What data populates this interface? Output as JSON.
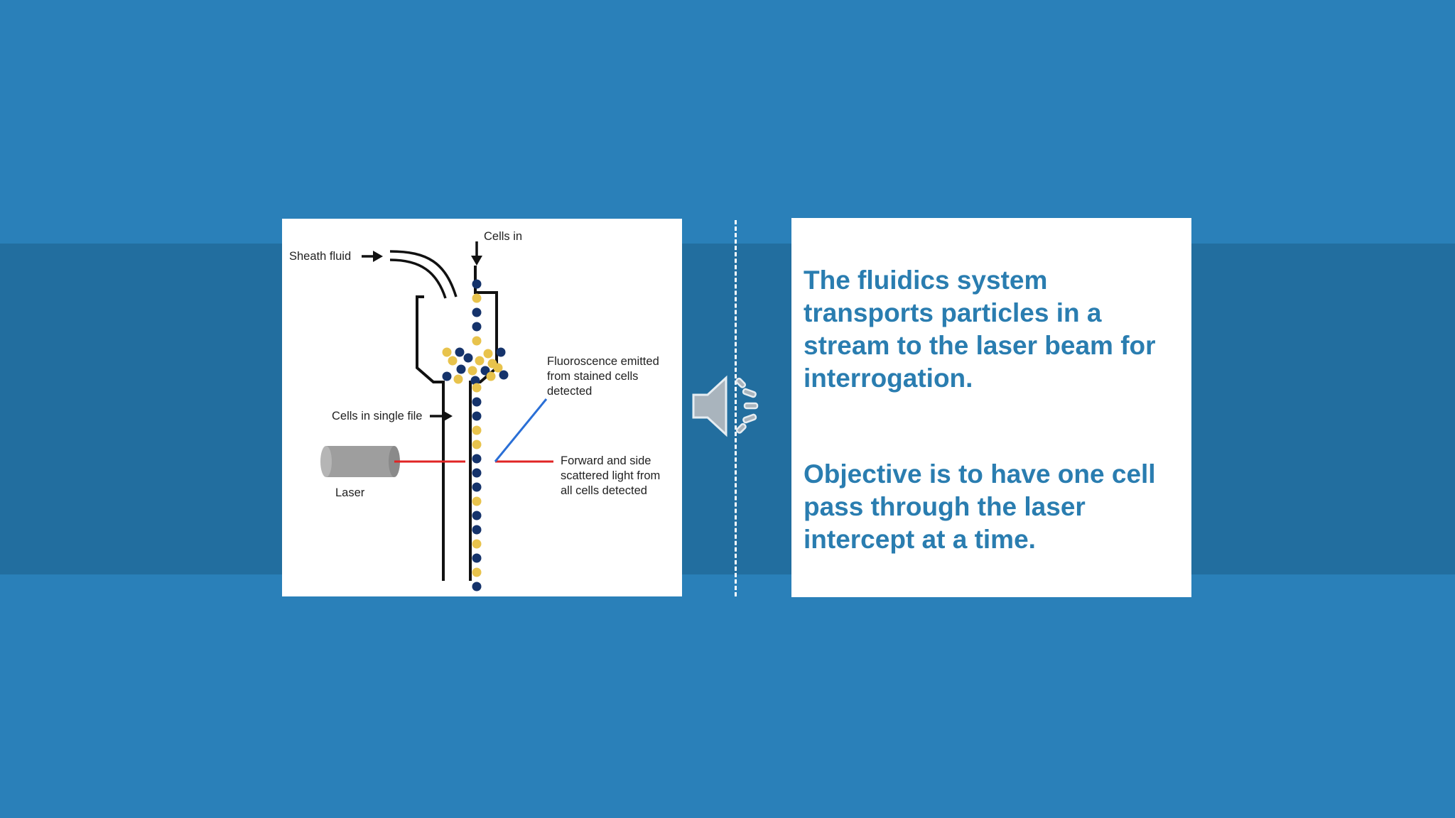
{
  "colors": {
    "background": "#2a80b9",
    "band": "#226e9f",
    "text": "#2a7db0",
    "dark_dot": "#15336b",
    "yellow_dot": "#e8c34c",
    "laser_line": "#e02424",
    "fluorescence_line": "#2a6fd6"
  },
  "diagram": {
    "cells_in": "Cells in",
    "sheath_fluid": "Sheath fluid",
    "cells_single_file": "Cells in single file",
    "laser": "Laser",
    "fluorescence": [
      "Fluoroscence emitted",
      "from stained cells",
      "detected"
    ],
    "scatter": [
      "Forward and side",
      "scattered light from",
      "all cells detected"
    ]
  },
  "speaker": {
    "icon": "speaker-audio-icon"
  },
  "text_panel": {
    "paragraph1": "The fluidics system transports particles in a stream to the laser beam for interrogation.",
    "paragraph2": "Objective is to have one cell pass through the laser intercept at a time."
  }
}
